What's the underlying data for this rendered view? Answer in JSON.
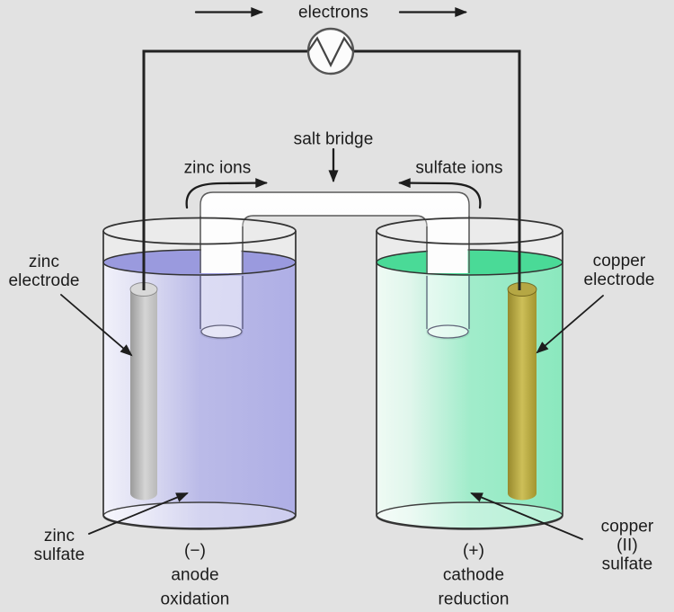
{
  "labels": {
    "electrons": "electrons",
    "salt_bridge": "salt bridge",
    "zinc_ions": "zinc ions",
    "sulfate_ions": "sulfate ions",
    "zinc_electrode": "zinc\nelectrode",
    "copper_electrode": "copper\nelectrode",
    "zinc_sulfate": "zinc\nsulfate",
    "copper_sulfate": "copper (II)\nsulfate",
    "anode": "(−)\nanode\noxidation",
    "cathode": "(+)\ncathode\nreduction"
  },
  "colors": {
    "background": "#e2e2e2",
    "wire": "#222222",
    "zinc_solution": "#b2b2e0",
    "zinc_solution_surface": "#9a9ade",
    "copper_solution": "#98e8c2",
    "copper_solution_surface": "#4ada97",
    "zinc_electrode_color": "#bdbdbd",
    "copper_electrode_color": "#b3a542",
    "salt_bridge_fill": "#ffffff"
  }
}
